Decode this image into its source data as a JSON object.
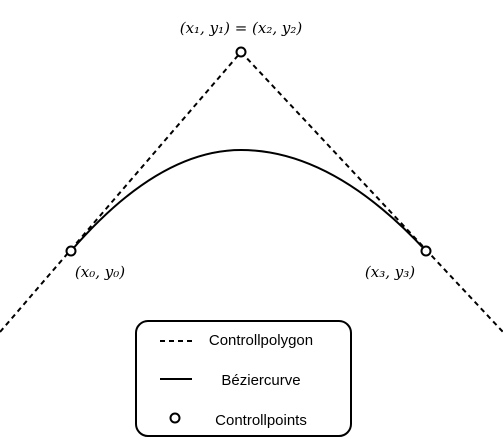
{
  "figure": {
    "point_labels": {
      "top": "(x₁, y₁) = (x₂, y₂)",
      "left": "(x₀, y₀)",
      "right": "(x₃, y₃)"
    },
    "legend": {
      "polygon_label": "Controllpolygon",
      "curve_label": "Béziercurve",
      "points_label": "Controllpoints"
    },
    "colors": {
      "stroke": "#000000",
      "background": "#ffffff"
    }
  }
}
